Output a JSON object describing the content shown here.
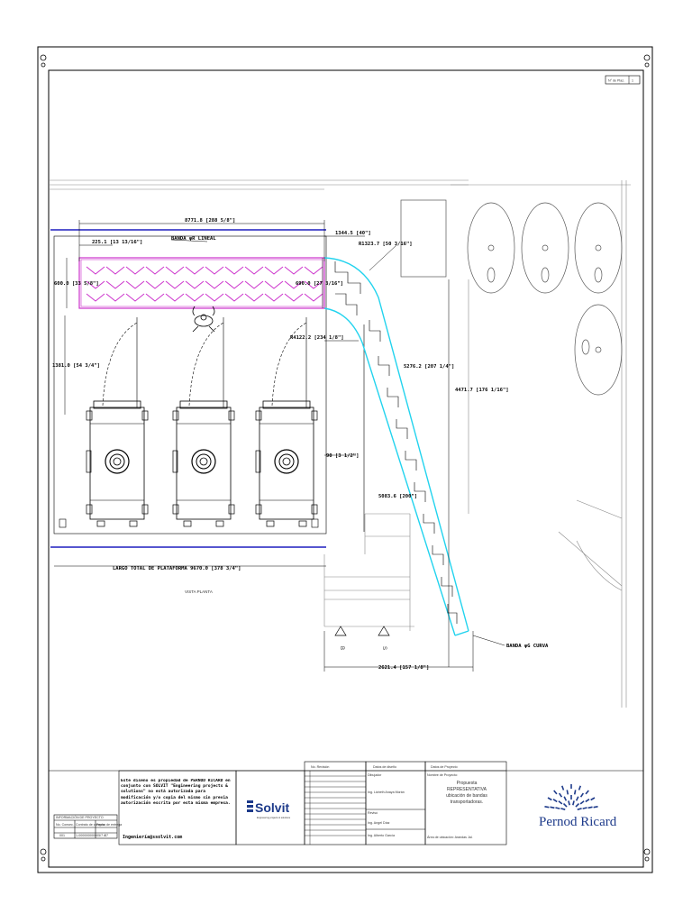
{
  "sheet": {
    "page_label": "N° de Plaz.",
    "page_number": "1"
  },
  "dimensions": {
    "top_width": "8771.8 [288 5/8\"]",
    "left_small": "225.1 [13 13/16\"]",
    "band_label_linear": "BANDA φR LINEAL",
    "band_height_left": "600.0 [33 5/8\"]",
    "top_right_short": "1344.5 [40\"]",
    "curve_radius": "R1323.7 [50 3/16\"]",
    "band_height_right": "690.0 [27 3/16\"]",
    "radius_lower": "R4122.2 [234 1/8\"]",
    "left_vertical": "1381.0 [54 3/4\"]",
    "diag_length": "5276.2 [207 1/4\"]",
    "right_vertical": "4471.7 [176 1/16\"]",
    "small_gap": "90 [3 1/2\"]",
    "diag_lower": "5083.6 [200\"]",
    "total_length": "LARGO TOTAL DE PLATAFORMA 9670.0 [378 3/4\"]",
    "view_label": "VISTA PLANTA",
    "band_label_curve": "BANDA φG CURVA",
    "bottom_width": "2621.4 [157 1/8\"]",
    "marker_b": "B",
    "marker_s": "S"
  },
  "title_block": {
    "info_table_title": "INFORMACIÓN DE PROYECTO",
    "info_table_rows": [
      "No. Consec.",
      "Contrato de compra",
      "Fecha de entrega"
    ],
    "info_table_values": [
      "001",
      "1-000000000005/7.4",
      "07"
    ],
    "disclaimer": "Este diseño es propiedad de PERNOD RICARD en conjunto con SOLVIT \"Engineering projects & solutions\" no está autorizada para modificación y/o copia del mismo sin previa autorización escrita por esta misma empresa.",
    "contact": "Ingeniería@ssolvit.com",
    "solvit_name": "Solvit",
    "solvit_tagline": "Engineering projects & solutions",
    "revision_header": "No. Revisión",
    "design_header": "Datos de diseño",
    "project_header": "Datos de Proyecto",
    "drawer_label": "Dibujador",
    "drawer_name": "Ing. Lizbeth Anaya Morán",
    "reviewer_label": "Revisó",
    "reviewer_name": "Ing. Angel Díaz",
    "approver_name": "Ing. Alberto García",
    "project_name_label": "Nombre de Proyecto:",
    "project_name": "Propuesta REPRESENTATIVA ubicación de bandas transportadoras.",
    "location": "Área de ubicación: Arandas Jal.",
    "client_name": "Pernod Ricard"
  },
  "colors": {
    "band_linear": "#cc33cc",
    "band_curve": "#22d3ee",
    "platform_line": "#1e1ebf",
    "logo_blue": "#1d3a8a"
  }
}
